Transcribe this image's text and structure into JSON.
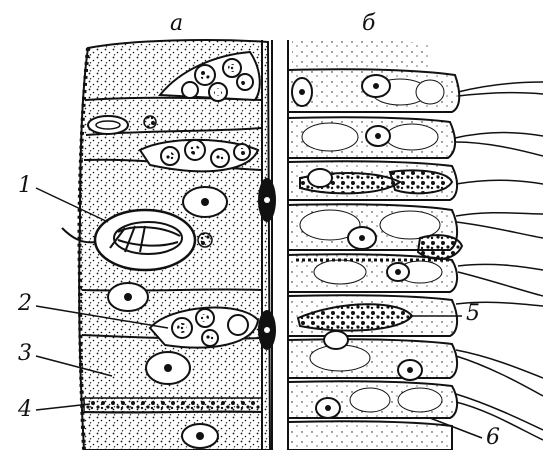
{
  "figure": {
    "panel_labels": [
      "а",
      "б"
    ],
    "callouts": [
      "1",
      "2",
      "3",
      "4",
      "5",
      "6"
    ]
  },
  "colors": {
    "ink": "#111111",
    "paper": "#ffffff"
  }
}
